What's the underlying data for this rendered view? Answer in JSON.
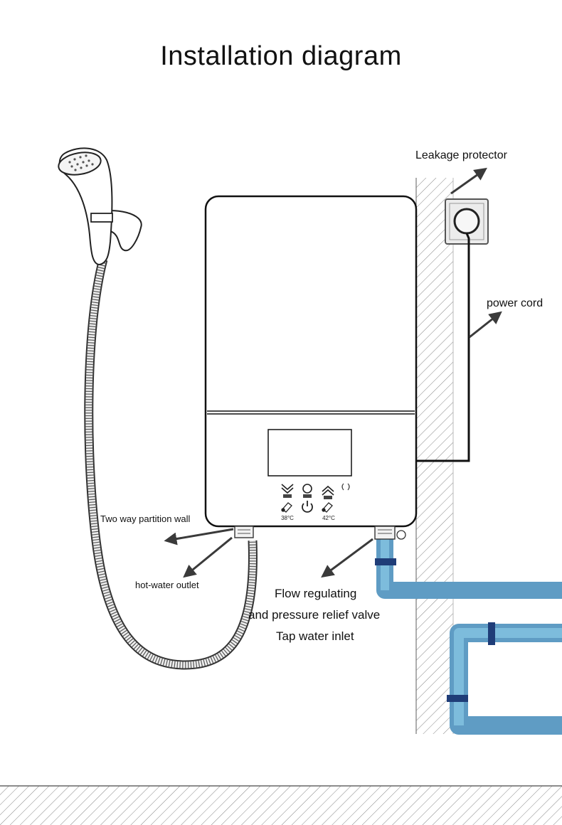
{
  "title": "Installation diagram",
  "labels": {
    "leakage_protector": "Leakage protector",
    "power_cord": "power cord",
    "two_way_partition_wall": "Two way partition wall",
    "hot_water_outlet": "hot-water outlet",
    "flow_regulating": "Flow regulating",
    "pressure_relief_valve": "and pressure relief valve",
    "tap_water_inlet": "Tap water inlet"
  },
  "control_panel": {
    "temp_low": "38°C",
    "temp_high": "42°C"
  },
  "colors": {
    "pipe_light": "#7dbcdc",
    "pipe_dark": "#5f9cc4",
    "clamp": "#1f3d78",
    "arrow": "#3a3a3a"
  },
  "icons": [
    "shower-head-icon",
    "temperature-down-icon",
    "mode-icon",
    "temperature-up-icon",
    "wifi-icon",
    "power-icon",
    "thermometer-icon"
  ]
}
